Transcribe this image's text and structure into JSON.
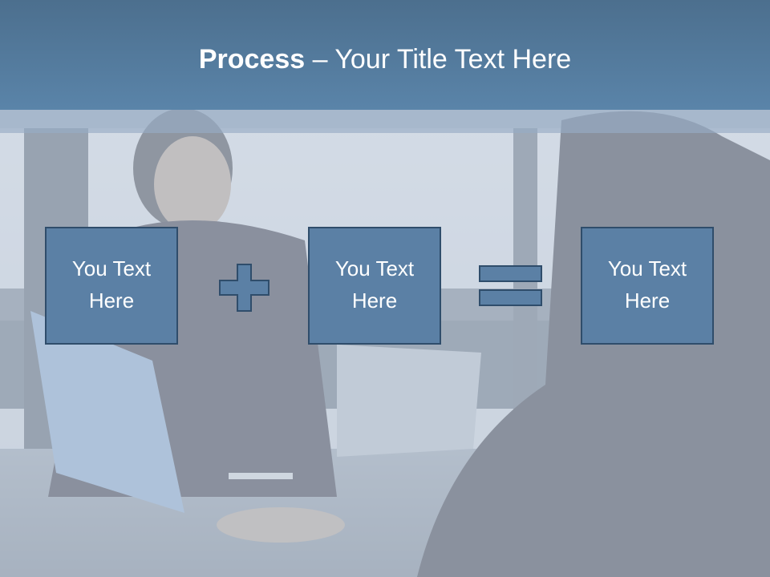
{
  "slide": {
    "title_bold": "Process",
    "title_rest": " – Your Title Text Here"
  },
  "boxes": [
    {
      "label_line1": "You Text",
      "label_line2": "Here"
    },
    {
      "label_line1": "You Text",
      "label_line2": "Here"
    },
    {
      "label_line1": "You Text",
      "label_line2": "Here"
    }
  ],
  "icons": {
    "operator_1": "plus-icon",
    "operator_2": "equals-icon"
  },
  "colors": {
    "title_bar": "#5a84a9",
    "box_fill": "#5b80a5",
    "box_border": "#2f4d6b",
    "operator_fill": "#5b80a5"
  }
}
